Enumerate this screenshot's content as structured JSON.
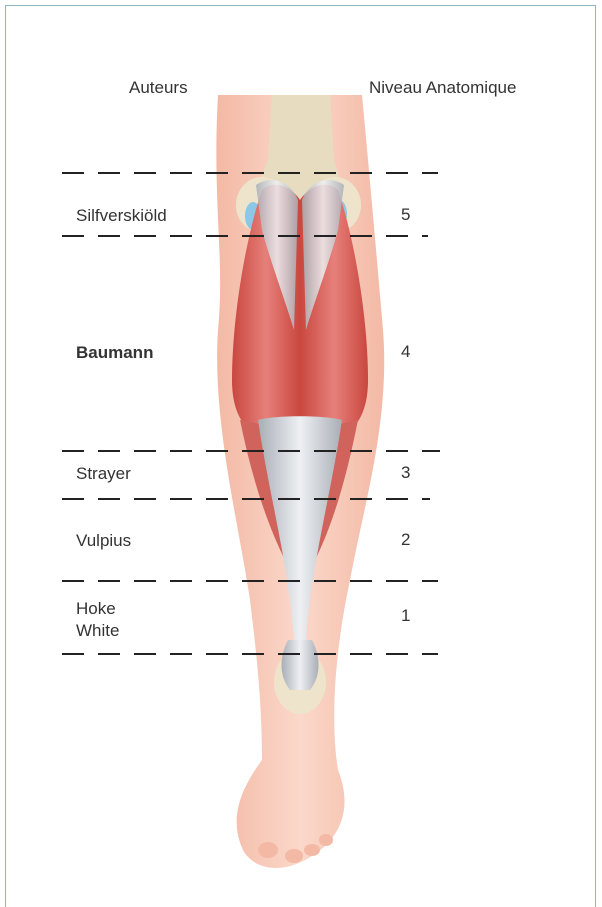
{
  "headers": {
    "authors": "Auteurs",
    "level": "Niveau Anatomique"
  },
  "rows": [
    {
      "author": "Silfverskiöld",
      "level": "5",
      "emphasis": false
    },
    {
      "author": "Baumann",
      "level": "4",
      "emphasis": true
    },
    {
      "author": "Strayer",
      "level": "3",
      "emphasis": false
    },
    {
      "author": "Vulpius",
      "level": "2",
      "emphasis": false
    },
    {
      "author_lines": [
        "Hoke",
        "White"
      ],
      "level": "1",
      "emphasis": false
    }
  ],
  "colors": {
    "skin": "#f6c6b4",
    "muscle": "#d9574e",
    "tendon": "#c9cdd3",
    "bone": "#e7dcc0",
    "bursa": "#8cc7e6",
    "frame": "#8fb4c4"
  }
}
